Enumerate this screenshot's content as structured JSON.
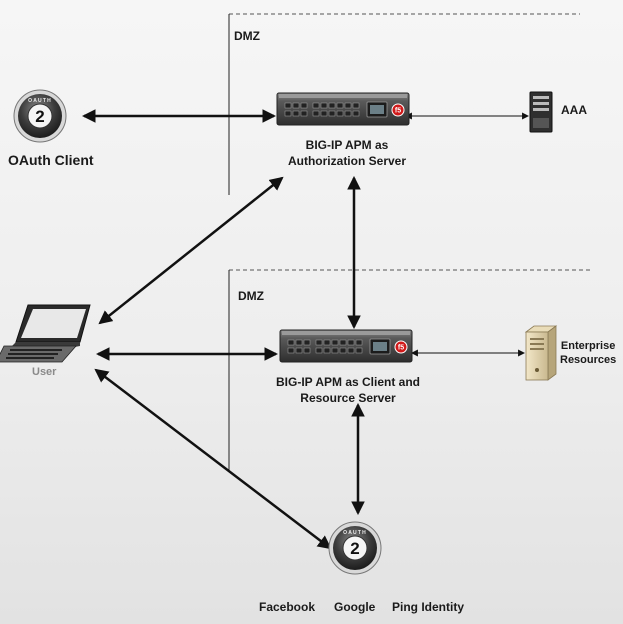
{
  "dmz_top": "DMZ",
  "dmz_bottom": "DMZ",
  "oauth_client": "OAuth Client",
  "user": "User",
  "aaa": "AAA",
  "apm_auth_line1": "BIG-IP APM as",
  "apm_auth_line2": "Authorization Server",
  "apm_client_line1": "BIG-IP APM as Client and",
  "apm_client_line2": "Resource Server",
  "enterprise_line1": "Enterprise",
  "enterprise_line2": "Resources",
  "providers": [
    "Facebook",
    "Google",
    "Ping Identity"
  ],
  "oauth_badge_number": "2",
  "oauth_badge_text": "OAUTH",
  "colors": {
    "accent_red": "#d11a1a",
    "line": "#111111",
    "dashed": "#555555"
  }
}
